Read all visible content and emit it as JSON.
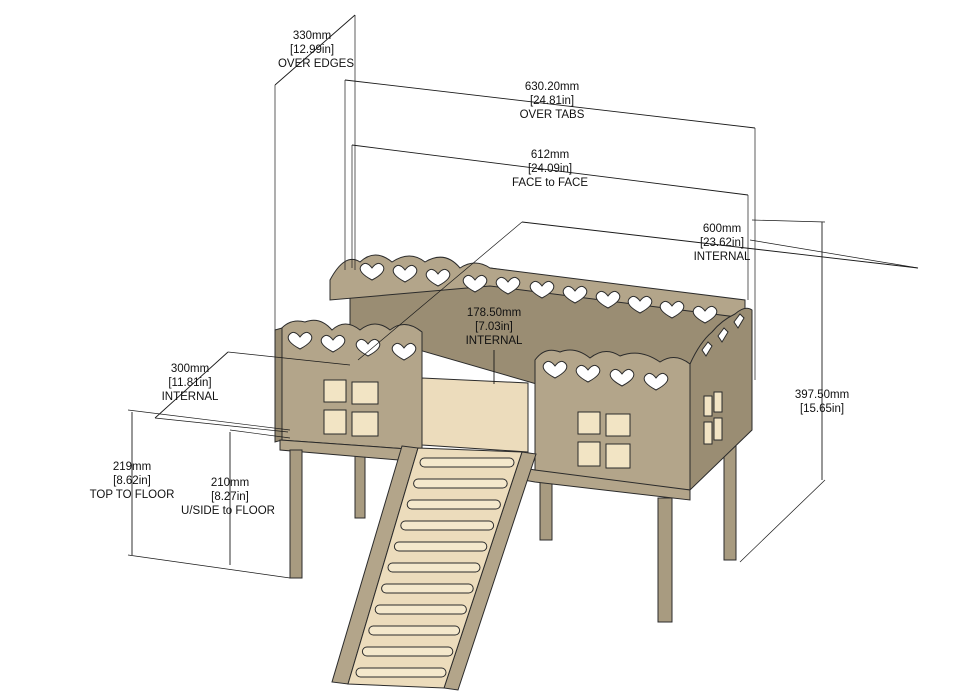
{
  "dimensions": {
    "over_edges": {
      "mm": "330mm",
      "in": "[12.99in]",
      "note": "OVER EDGES"
    },
    "over_tabs": {
      "mm": "630.20mm",
      "in": "[24.81in]",
      "note": "OVER TABS"
    },
    "face_to_face": {
      "mm": "612mm",
      "in": "[24.09in]",
      "note": "FACE to FACE"
    },
    "internal_len": {
      "mm": "600mm",
      "in": "[23.62in]",
      "note": "INTERNAL"
    },
    "internal_h": {
      "mm": "178.50mm",
      "in": "[7.03in]",
      "note": "INTERNAL"
    },
    "internal_w": {
      "mm": "300mm",
      "in": "[11.81in]",
      "note": "INTERNAL"
    },
    "height_total": {
      "mm": "397.50mm",
      "in": "[15.65in]"
    },
    "top_to_floor": {
      "mm": "219mm",
      "in": "[8.62in]",
      "note": "TOP TO FLOOR"
    },
    "uside_floor": {
      "mm": "210mm",
      "in": "[8.27in]",
      "note": "U/SIDE to FLOOR"
    }
  },
  "colors": {
    "wood": "#b3a58a",
    "plywood": "#ecdcbc",
    "line": "#1a1a1a",
    "background": "#ffffff"
  }
}
